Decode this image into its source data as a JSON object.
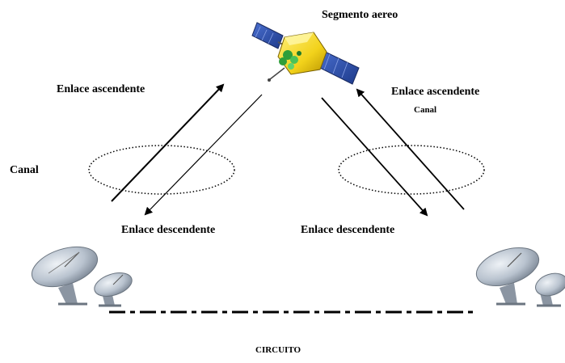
{
  "labels": {
    "satellite_title": "Segmento aereo",
    "uplink_left": "Enlace ascendente",
    "uplink_right": "Enlace ascendente",
    "channel_small": "Canal",
    "channel_left": "Canal",
    "downlink_left": "Enlace descendente",
    "downlink_right": "Enlace descendente",
    "circuit": "CIRCUITO"
  },
  "icons": {
    "satellite": "satellite-icon",
    "dish_left": "satellite-dish-icon",
    "dish_right": "satellite-dish-icon"
  },
  "colors": {
    "ink": "#000000",
    "satellite_body": "#f2d21b",
    "solar_panel": "#2a4aa8",
    "dish": "#b9c3cf"
  }
}
